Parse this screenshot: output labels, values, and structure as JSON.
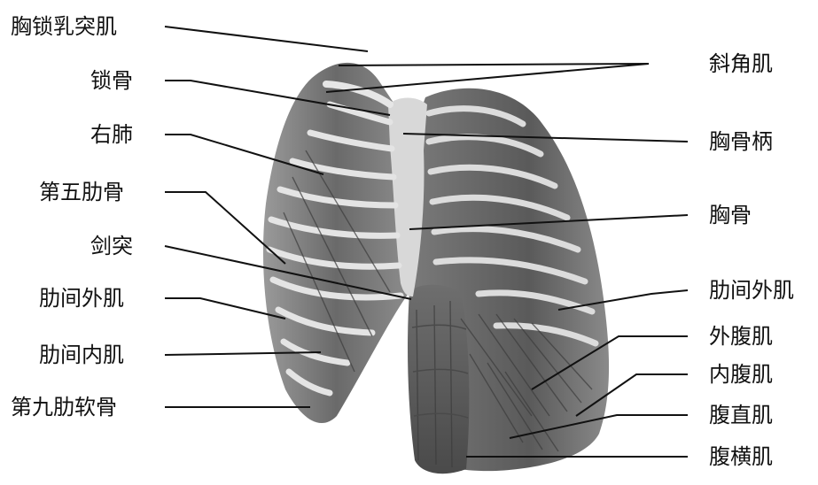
{
  "labels": {
    "left": [
      "胸锁乳突肌",
      "锁骨",
      "右肺",
      "第五肋骨",
      "剑突",
      "肋间外肌",
      "肋间内肌",
      "第九肋软骨"
    ],
    "right": [
      "斜角肌",
      "胸骨柄",
      "胸骨",
      "肋间外肌",
      "外腹肌",
      "内腹肌",
      "腹直肌",
      "腹横肌"
    ]
  },
  "colors": {
    "ink": "#111111",
    "paper": "#ffffff"
  }
}
